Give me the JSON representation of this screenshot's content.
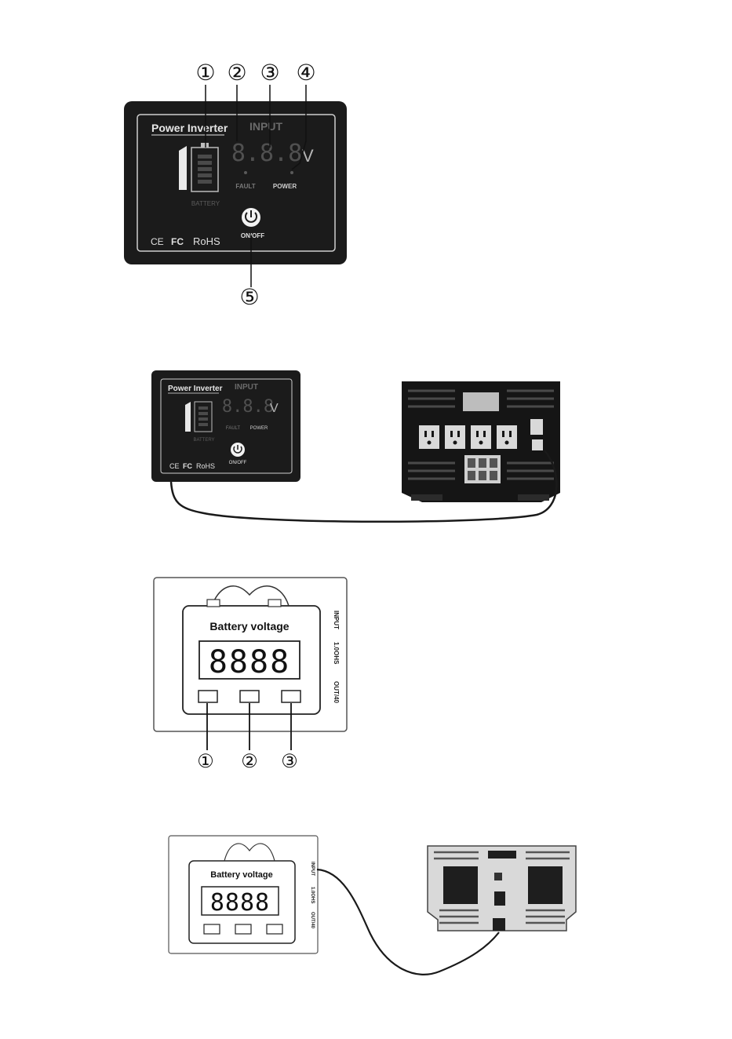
{
  "callouts_top": [
    "①",
    "②",
    "③",
    "④",
    "⑤"
  ],
  "panel": {
    "brand": "Power Inverter",
    "input_label": "INPUT",
    "display": "8.8.8",
    "unit": "V",
    "fault_label": "FAULT",
    "power_label": "POWER",
    "battery_label": "BATTERY",
    "onoff_label": "ON/OFF",
    "cert": {
      "ce": "CE",
      "fc": "FC",
      "rohs": "RoHS"
    }
  },
  "voltmeter": {
    "title": "Battery voltage",
    "display": "8888",
    "side_labels": [
      "INPUT",
      "1.0OHS",
      "OUT/40"
    ],
    "callouts": [
      "①",
      "②",
      "③"
    ]
  },
  "colors": {
    "panel_bg": "#1b1b1b",
    "panel_border": "#d0d0d0",
    "segment_dim": "#5a5a5a",
    "line": "#1a1a1a"
  }
}
